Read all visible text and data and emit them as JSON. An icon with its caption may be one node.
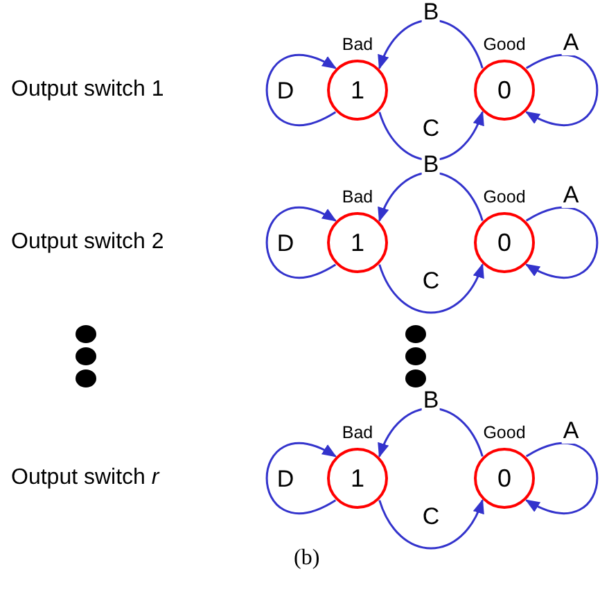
{
  "diagram": {
    "caption": "(b)",
    "nodes": [
      {
        "text": [
          "Bad",
          "1"
        ]
      },
      {
        "text": [
          "Good",
          "0"
        ]
      },
      {
        "text": [
          "Bad",
          "1"
        ]
      },
      {
        "text": [
          "Good",
          "0"
        ]
      },
      {
        "text": [
          "Bad",
          "1"
        ]
      },
      {
        "text": [
          "Good",
          "0"
        ]
      }
    ],
    "edges": [
      {
        "from": 0,
        "to": 0,
        "label": "D",
        "arrow": "to"
      },
      {
        "from": 1,
        "to": 0,
        "label": "B",
        "arrow": "to"
      },
      {
        "from": 0,
        "to": 1,
        "label": "C",
        "arrow": "to"
      },
      {
        "from": 1,
        "to": 1,
        "label": "A",
        "arrow": "to"
      },
      {
        "from": 2,
        "to": 2,
        "label": "D",
        "arrow": "to"
      },
      {
        "from": 3,
        "to": 2,
        "label": "B",
        "arrow": "to"
      },
      {
        "from": 2,
        "to": 3,
        "label": "C",
        "arrow": "to"
      },
      {
        "from": 3,
        "to": 3,
        "label": "A",
        "arrow": "to"
      },
      {
        "from": 4,
        "to": 4,
        "label": "D",
        "arrow": "to"
      },
      {
        "from": 5,
        "to": 4,
        "label": "B",
        "arrow": "to"
      },
      {
        "from": 4,
        "to": 5,
        "label": "C",
        "arrow": "to"
      },
      {
        "from": 5,
        "to": 5,
        "label": "A",
        "arrow": "to"
      }
    ],
    "labels": [
      "Output switch 1",
      "Output switch 2",
      "Output switch *r*"
    ]
  }
}
